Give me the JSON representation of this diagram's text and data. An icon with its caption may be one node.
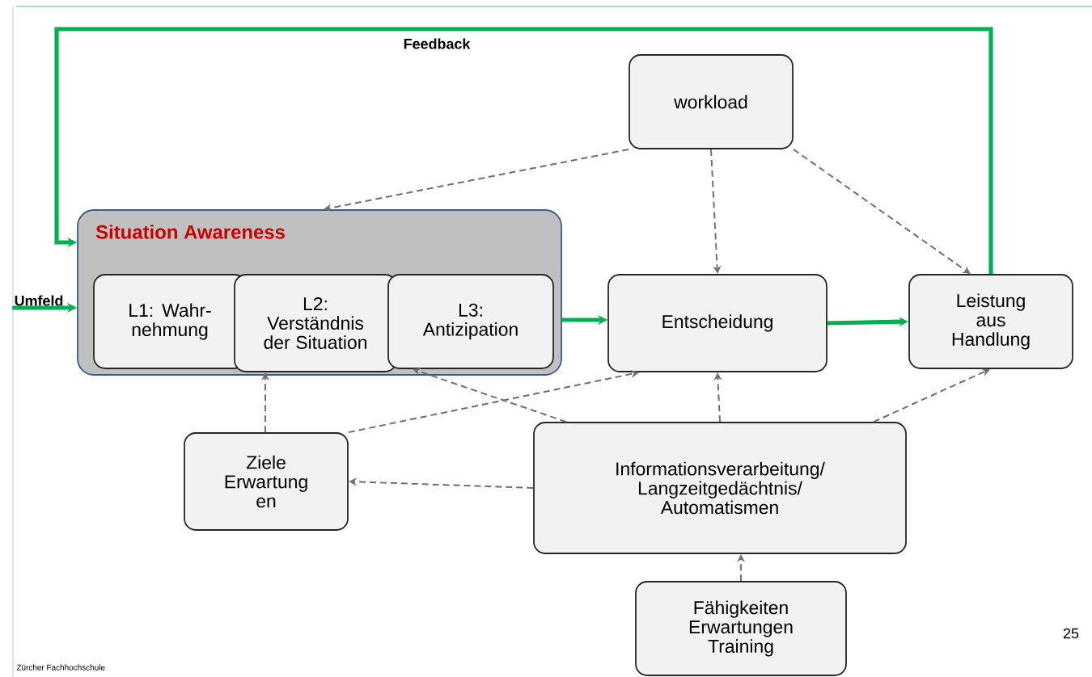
{
  "diagram": {
    "nodes": [
      {
        "text": [
          "Situation Awareness"
        ]
      },
      {
        "text": [
          "L1: Wahr- nehmung"
        ],
        "in": 0
      },
      {
        "text": [
          "L2: Verständnis der Situation"
        ],
        "in": 0
      },
      {
        "text": [
          "L3: Antizipation"
        ],
        "in": 0
      },
      {
        "text": [
          "workload"
        ]
      },
      {
        "text": [
          "Entscheidung"
        ]
      },
      {
        "text": [
          "Leistung aus Handlung"
        ]
      },
      {
        "text": [
          "Ziele Erwartung en"
        ]
      },
      {
        "text": [
          "Informationsverarbeitung/ Langzeitgedächtnis/ Automatismen"
        ]
      },
      {
        "text": [
          "Fähigkeiten Erwartungen Training"
        ]
      },
      {
        "text": [
          "Umfeld"
        ]
      }
    ],
    "edges": [
      {
        "from": 10,
        "to": 0,
        "arrow": "to",
        "style": "thick",
        "color": "#00b050"
      },
      {
        "from": 6,
        "to": 0,
        "arrow": "to",
        "label": "Feedback",
        "style": "thick",
        "color": "#00b050"
      },
      {
        "from": 0,
        "to": 5,
        "arrow": "to",
        "style": "thick",
        "color": "#00b050"
      },
      {
        "from": 5,
        "to": 6,
        "arrow": "to",
        "style": "thick",
        "color": "#00b050"
      },
      {
        "from": 4,
        "to": 0,
        "arrow": "to",
        "style": "dashed"
      },
      {
        "from": 4,
        "to": 5,
        "arrow": "to",
        "style": "dashed"
      },
      {
        "from": 4,
        "to": 6,
        "arrow": "to",
        "style": "dashed"
      },
      {
        "from": 7,
        "to": 2,
        "arrow": "to",
        "style": "dashed"
      },
      {
        "from": 7,
        "to": 5,
        "arrow": "to",
        "style": "dashed"
      },
      {
        "from": 8,
        "to": 3,
        "arrow": "to",
        "style": "dashed"
      },
      {
        "from": 8,
        "to": 5,
        "arrow": "to",
        "style": "dashed"
      },
      {
        "from": 8,
        "to": 6,
        "arrow": "to",
        "style": "dashed"
      },
      {
        "from": 8,
        "to": 7,
        "arrow": "to",
        "style": "dashed"
      },
      {
        "from": 9,
        "to": 8,
        "arrow": "to",
        "style": "dashed"
      }
    ],
    "labels": [
      "25",
      "Zürcher Fachhochschule"
    ]
  }
}
